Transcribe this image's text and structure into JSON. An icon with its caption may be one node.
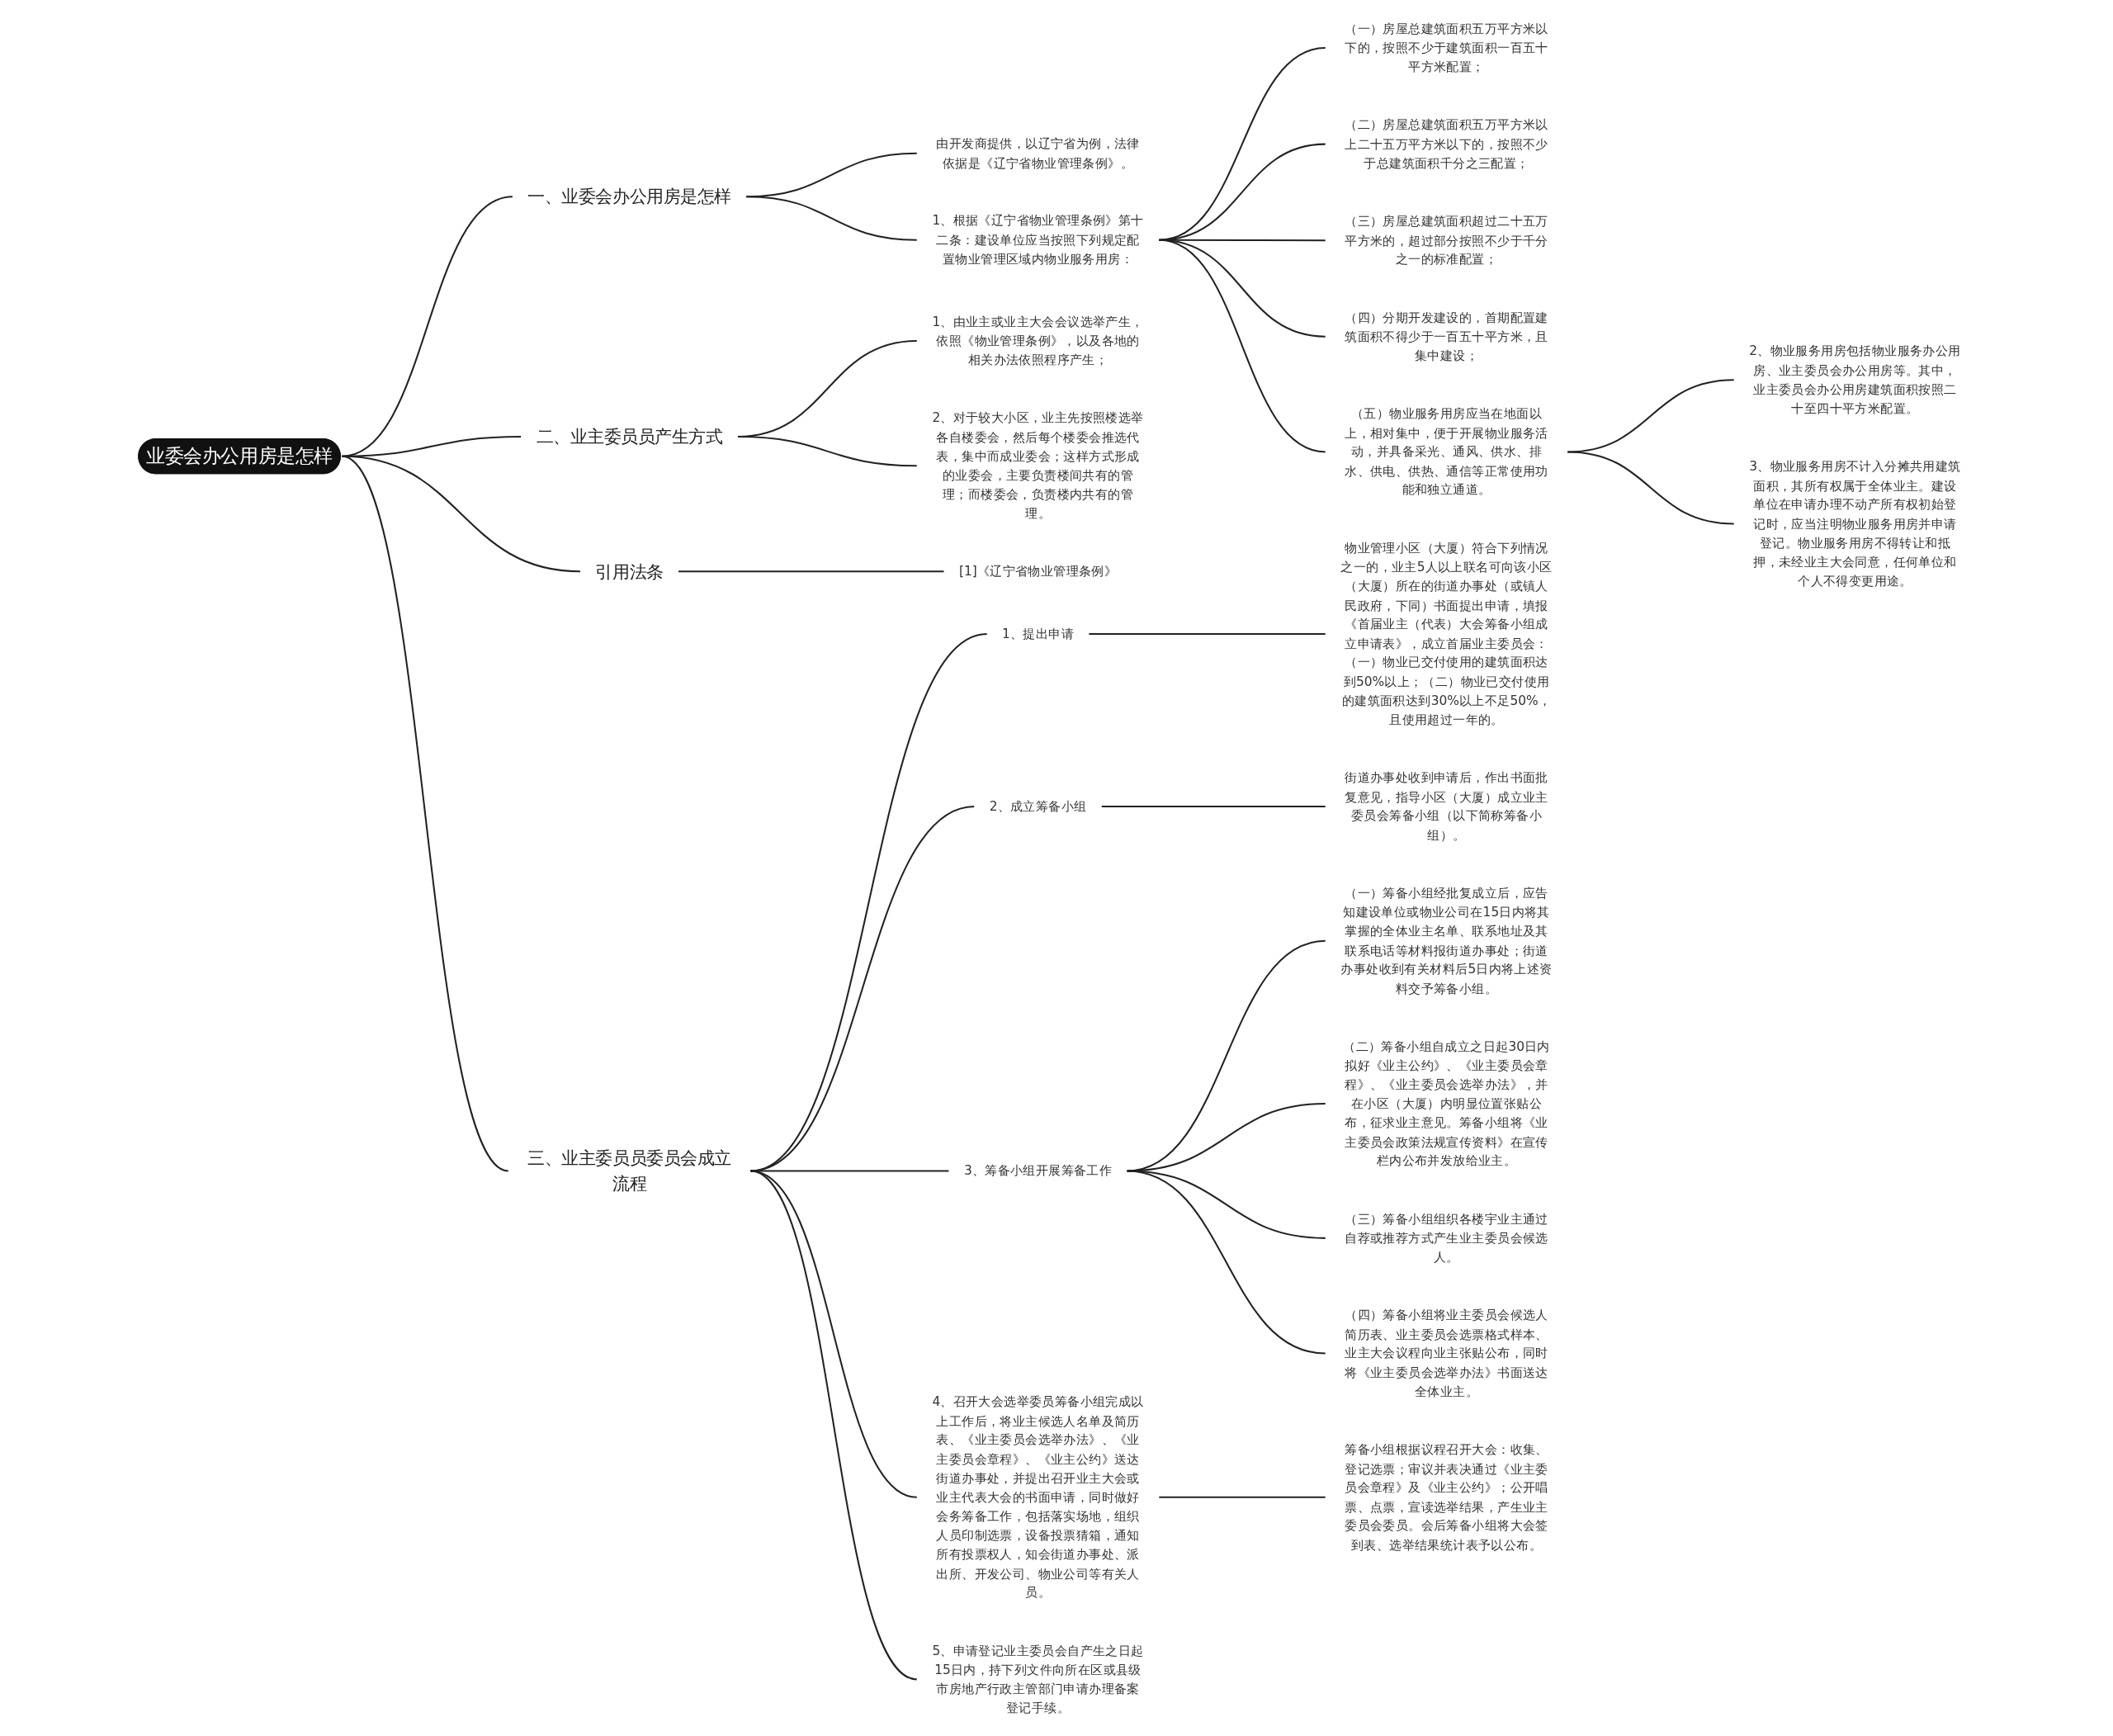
{
  "diagram": {
    "nodes": [
      {
        "text": [
          "业委会办公用房是怎样"
        ]
      },
      {
        "text": [
          "一、业委会办公用房是怎样"
        ]
      },
      {
        "text": [
          "由开发商提供，以辽宁省为例，法律依据是《辽宁省物业管理条例》。"
        ]
      },
      {
        "text": [
          "1、根据《辽宁省物业管理条例》第十二条：建设单位应当按照下列规定配置物业管理区域内物业服务用房："
        ]
      },
      {
        "text": [
          "（一）房屋总建筑面积五万平方米以下的，按照不少于建筑面积一百五十平方米配置；"
        ]
      },
      {
        "text": [
          "（二）房屋总建筑面积五万平方米以上二十五万平方米以下的，按照不少于总建筑面积千分之三配置；"
        ]
      },
      {
        "text": [
          "（三）房屋总建筑面积超过二十五万平方米的，超过部分按照不少于千分之一的标准配置；"
        ]
      },
      {
        "text": [
          "（四）分期开发建设的，首期配置建筑面积不得少于一百五十平方米，且集中建设；"
        ]
      },
      {
        "text": [
          "（五）物业服务用房应当在地面以上，相对集中，便于开展物业服务活动，并具备采光、通风、供水、排水、供电、供热、通信等正常使用功能和独立通道。"
        ]
      },
      {
        "text": [
          "2、物业服务用房包括物业服务办公用房、业主委员会办公用房等。其中，业主委员会办公用房建筑面积按照二十至四十平方米配置。"
        ]
      },
      {
        "text": [
          "3、物业服务用房不计入分摊共用建筑面积，其所有权属于全体业主。建设单位在申请办理不动产所有权初始登记时，应当注明物业服务用房并申请登记。物业服务用房不得转让和抵押，未经业主大会同意，任何单位和个人不得变更用途。"
        ]
      },
      {
        "text": [
          "二、业主委员员产生方式"
        ]
      },
      {
        "text": [
          "1、由业主或业主大会会议选举产生，依照《物业管理条例》，以及各地的相关办法依照程序产生；"
        ]
      },
      {
        "text": [
          "2、对于较大小区，业主先按照楼选举各自楼委会，然后每个楼委会推选代表，集中而成业委会；这样方式形成的业委会，主要负责楼间共有的管理；而楼委会，负责楼内共有的管理。"
        ]
      },
      {
        "text": [
          "引用法条"
        ]
      },
      {
        "text": [
          "[1]《辽宁省物业管理条例》"
        ]
      },
      {
        "text": [
          "三、业主委员员委员会成立流程"
        ]
      },
      {
        "text": [
          "1、提出申请"
        ]
      },
      {
        "text": [
          "物业管理小区（大厦）符合下列情况之一的，业主5人以上联名可向该小区（大厦）所在的街道办事处（或镇人民政府，下同）书面提出申请，填报《首届业主（代表）大会筹备小组成立申请表》，成立首届业主委员会：（一）物业已交付使用的建筑面积达到50%以上；（二）物业已交付使用的建筑面积达到30%以上不足50%，且使用超过一年的。"
        ]
      },
      {
        "text": [
          "2、成立筹备小组"
        ]
      },
      {
        "text": [
          "街道办事处收到申请后，作出书面批复意见，指导小区（大厦）成立业主委员会筹备小组（以下简称筹备小组）。"
        ]
      },
      {
        "text": [
          "3、筹备小组开展筹备工作"
        ]
      },
      {
        "text": [
          "（一）筹备小组经批复成立后，应告知建设单位或物业公司在15日内将其掌握的全体业主名单、联系地址及其联系电话等材料报街道办事处；街道办事处收到有关材料后5日内将上述资料交予筹备小组。"
        ]
      },
      {
        "text": [
          "（二）筹备小组自成立之日起30日内拟好《业主公约》、《业主委员会章程》、《业主委员会选举办法》，并在小区（大厦）内明显位置张贴公布，征求业主意见。筹备小组将《业主委员会政策法规宣传资料》在宣传栏内公布并发放给业主。"
        ]
      },
      {
        "text": [
          "（三）筹备小组组织各楼宇业主通过自荐或推荐方式产生业主委员会候选人。"
        ]
      },
      {
        "text": [
          "（四）筹备小组将业主委员会候选人简历表、业主委员会选票格式样本、业主大会议程向业主张贴公布，同时将《业主委员会选举办法》书面送达全体业主。"
        ]
      },
      {
        "text": [
          "4、召开大会选举委员筹备小组完成以上工作后，将业主候选人名单及简历表、《业主委员会选举办法》、《业主委员会章程》、《业主公约》送达街道办事处，并提出召开业主大会或业主代表大会的书面申请，同时做好会务筹备工作，包括落实场地，组织人员印制选票，设备投票猜箱，通知所有投票权人，知会街道办事处、派出所、开发公司、物业公司等有关人员。"
        ]
      },
      {
        "text": [
          "筹备小组根据议程召开大会：收集、登记选票；审议并表决通过《业主委员会章程》及《业主公约》；公开唱票、点票，宣读选举结果，产生业主委员会委员。会后筹备小组将大会签到表、选举结果统计表予以公布。"
        ]
      },
      {
        "text": [
          "5、申请登记业主委员会自产生之日起15日内，持下列文件向所在区或县级市房地产行政主管部门申请办理备案登记手续。"
        ]
      }
    ],
    "edges": [
      {
        "from": 0,
        "to": 1,
        "arrow": "none"
      },
      {
        "from": 1,
        "to": 2,
        "arrow": "none"
      },
      {
        "from": 1,
        "to": 3,
        "arrow": "none"
      },
      {
        "from": 3,
        "to": 4,
        "arrow": "none"
      },
      {
        "from": 3,
        "to": 5,
        "arrow": "none"
      },
      {
        "from": 3,
        "to": 6,
        "arrow": "none"
      },
      {
        "from": 3,
        "to": 7,
        "arrow": "none"
      },
      {
        "from": 3,
        "to": 8,
        "arrow": "none"
      },
      {
        "from": 8,
        "to": 9,
        "arrow": "none"
      },
      {
        "from": 8,
        "to": 10,
        "arrow": "none"
      },
      {
        "from": 0,
        "to": 11,
        "arrow": "none"
      },
      {
        "from": 11,
        "to": 12,
        "arrow": "none"
      },
      {
        "from": 11,
        "to": 13,
        "arrow": "none"
      },
      {
        "from": 0,
        "to": 14,
        "arrow": "none"
      },
      {
        "from": 14,
        "to": 15,
        "arrow": "none"
      },
      {
        "from": 0,
        "to": 16,
        "arrow": "none"
      },
      {
        "from": 16,
        "to": 17,
        "arrow": "none"
      },
      {
        "from": 17,
        "to": 18,
        "arrow": "none"
      },
      {
        "from": 16,
        "to": 19,
        "arrow": "none"
      },
      {
        "from": 19,
        "to": 20,
        "arrow": "none"
      },
      {
        "from": 16,
        "to": 21,
        "arrow": "none"
      },
      {
        "from": 21,
        "to": 22,
        "arrow": "none"
      },
      {
        "from": 21,
        "to": 23,
        "arrow": "none"
      },
      {
        "from": 21,
        "to": 24,
        "arrow": "none"
      },
      {
        "from": 21,
        "to": 25,
        "arrow": "none"
      },
      {
        "from": 16,
        "to": 26,
        "arrow": "none"
      },
      {
        "from": 26,
        "to": 27,
        "arrow": "none"
      },
      {
        "from": 16,
        "to": 28,
        "arrow": "none"
      }
    ]
  }
}
